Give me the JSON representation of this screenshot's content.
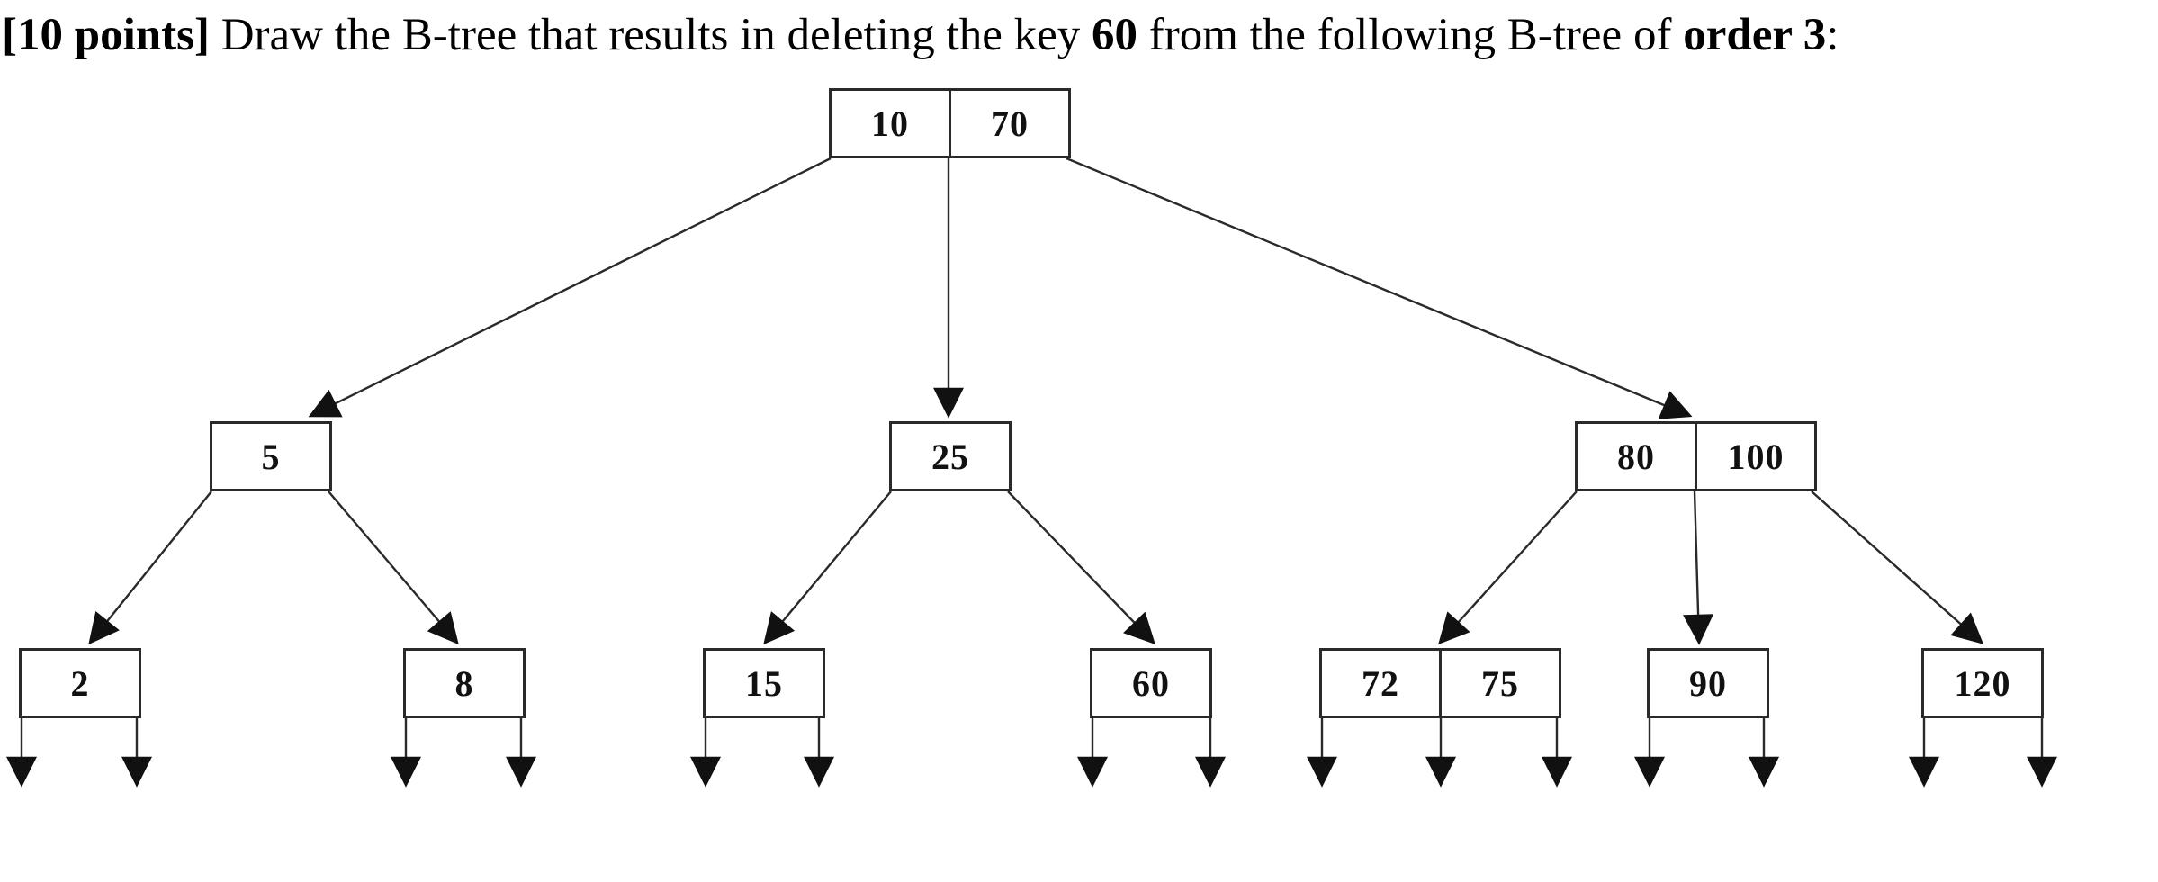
{
  "question": {
    "points": "[10 points]",
    "body_1": " Draw the B-tree that results in deleting the key ",
    "key": "60",
    "body_2": " from the following B-tree of ",
    "order": "order 3",
    "suffix": ":"
  },
  "colors": {
    "ink": "#111111",
    "background": "#ffffff"
  },
  "tree": {
    "type": "b-tree",
    "order": 3,
    "root": {
      "keys": [
        "10",
        "70"
      ]
    },
    "internal": [
      {
        "keys": [
          "5"
        ]
      },
      {
        "keys": [
          "25"
        ]
      },
      {
        "keys": [
          "80",
          "100"
        ]
      }
    ],
    "leaves": [
      {
        "keys": [
          "2"
        ]
      },
      {
        "keys": [
          "8"
        ]
      },
      {
        "keys": [
          "15"
        ]
      },
      {
        "keys": [
          "60"
        ]
      },
      {
        "keys": [
          "72",
          "75"
        ]
      },
      {
        "keys": [
          "90"
        ]
      },
      {
        "keys": [
          "120"
        ]
      }
    ]
  }
}
